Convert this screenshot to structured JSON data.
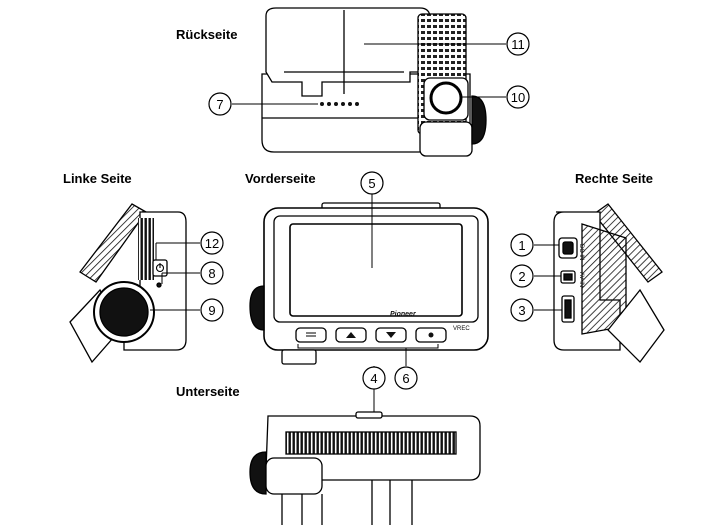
{
  "views": {
    "back": "Rückseite",
    "left": "Linke Seite",
    "front": "Vorderseite",
    "right": "Rechte Seite",
    "bottom": "Unterseite"
  },
  "callouts": {
    "c1": "1",
    "c2": "2",
    "c3": "3",
    "c4": "4",
    "c5": "5",
    "c6": "6",
    "c7": "7",
    "c8": "8",
    "c9": "9",
    "c10": "10",
    "c11": "11",
    "c12": "12"
  },
  "device_text": {
    "brand": "Pioneer",
    "port_dc_in": "DC IN",
    "port_av_in": "AV IN",
    "front_badge": "VREC"
  },
  "icons": {
    "power": "power-icon",
    "menu": "menu-icon",
    "up": "triangle-up-icon",
    "down": "triangle-down-icon",
    "record": "record-dot-icon"
  }
}
